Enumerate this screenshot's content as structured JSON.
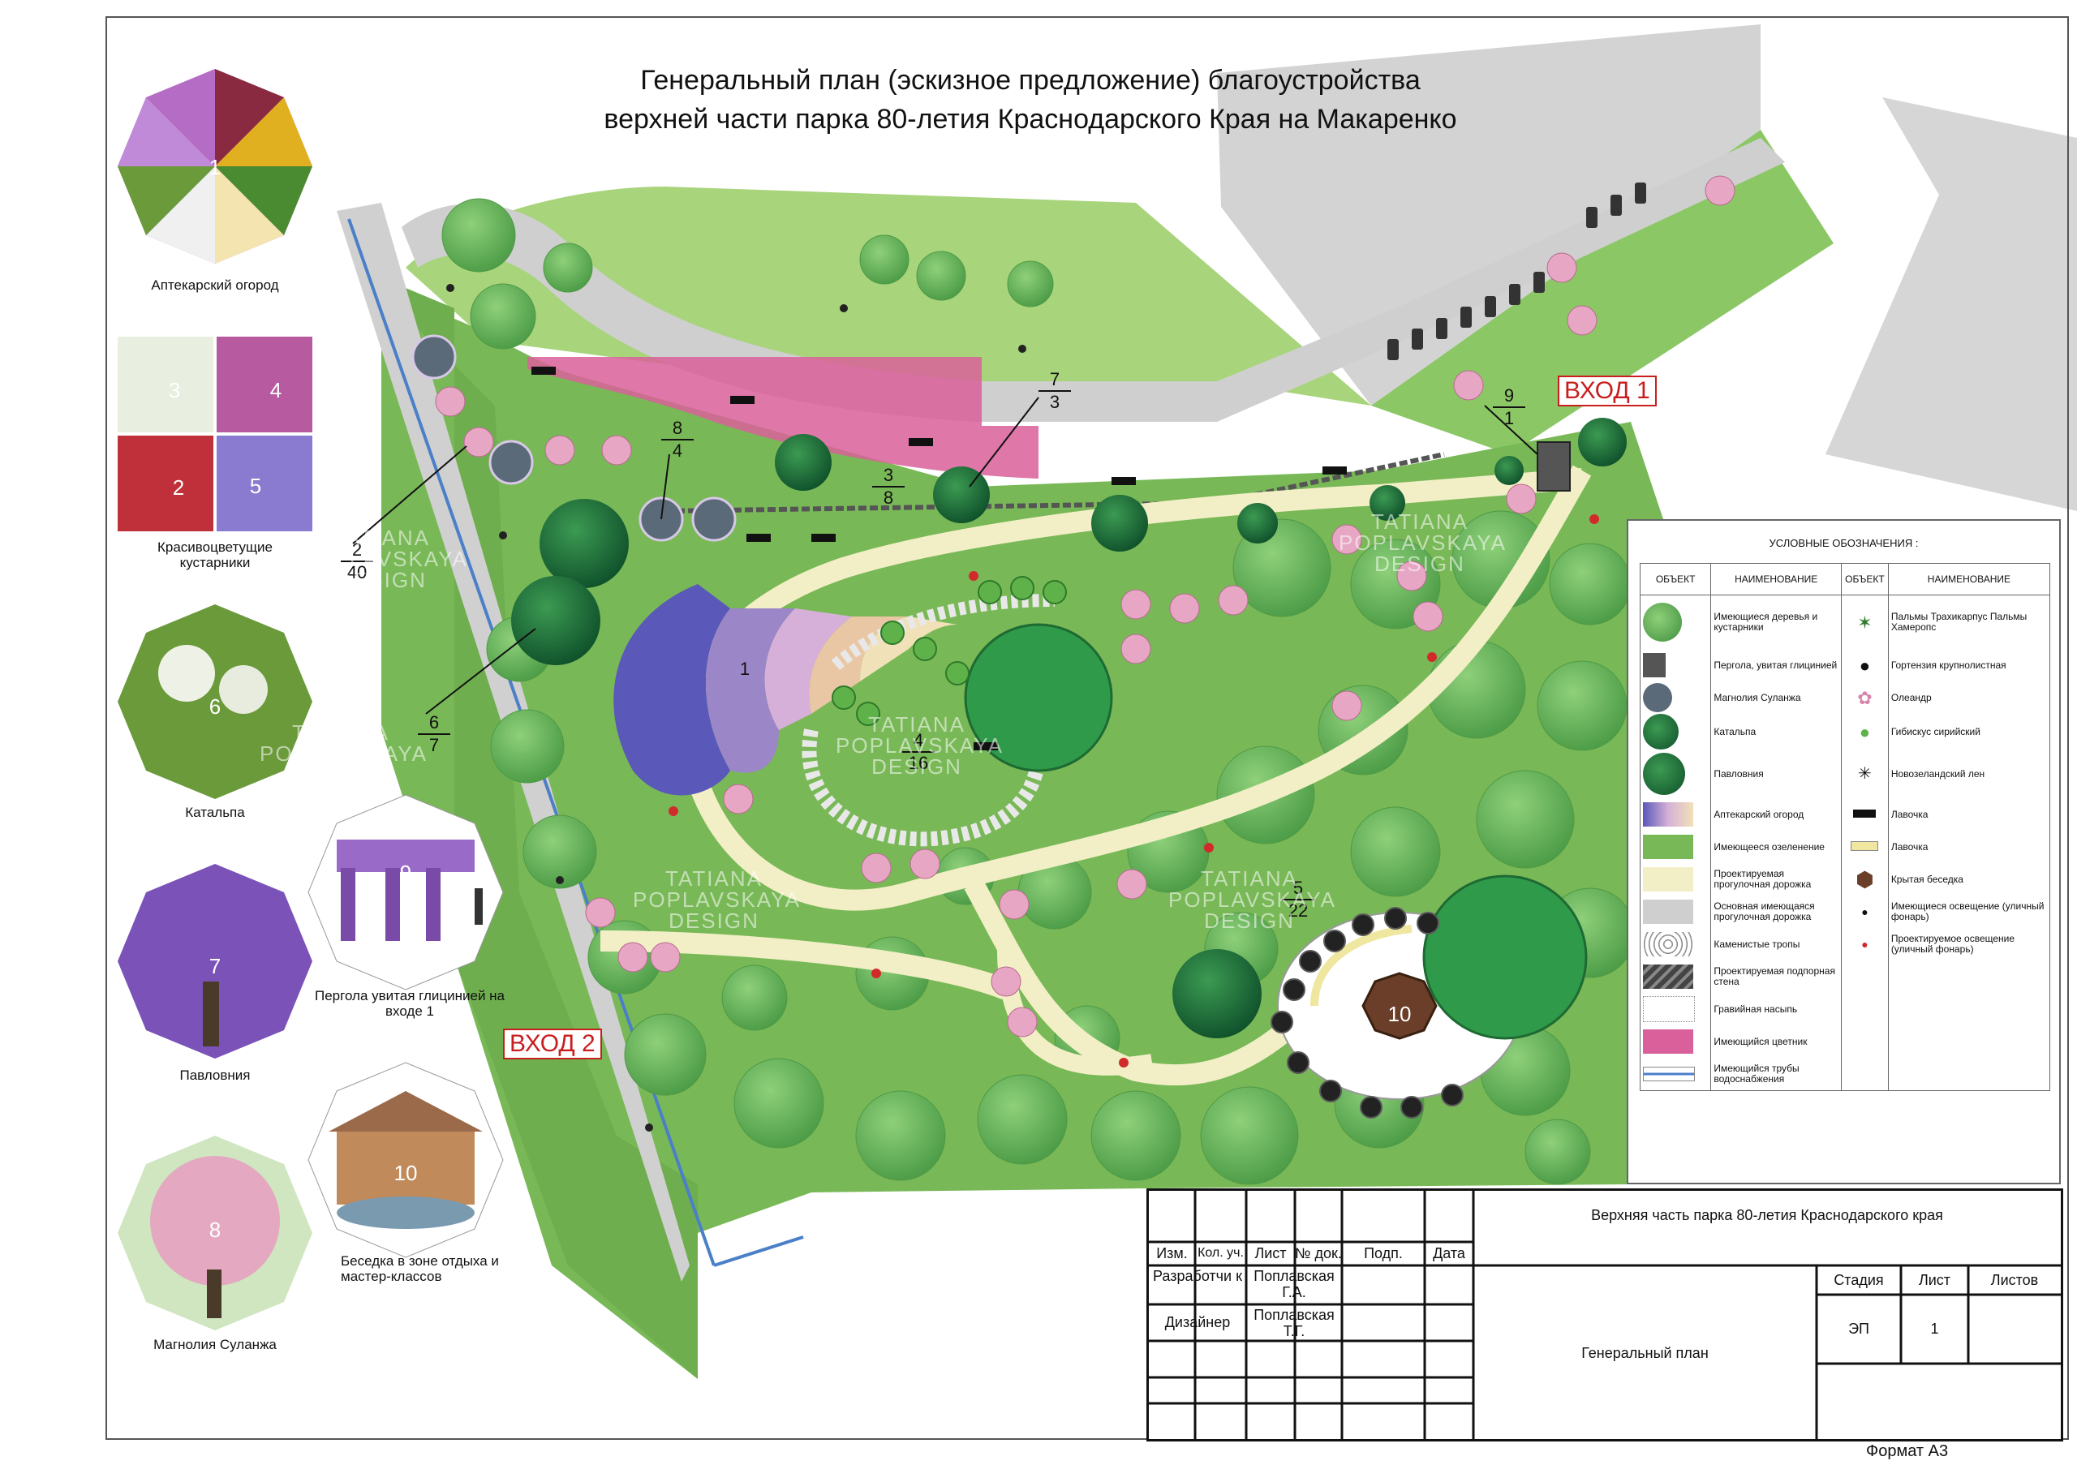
{
  "title": {
    "line1": "Генеральный план (эскизное предложение) благоустройства",
    "line2": "верхней части парка  80-летия Краснодарского Края на Макаренко"
  },
  "thumbnails": [
    {
      "number": "1",
      "label": "Аптекарский огород",
      "color": "#b46cc4"
    },
    {
      "number": "3",
      "number2": "4",
      "number3": "2",
      "number4": "5",
      "label": "Красивоцветущие кустарники",
      "color": "#c04a7a"
    },
    {
      "number": "6",
      "label": "Катальпа",
      "color": "#6a9a3a"
    },
    {
      "number": "7",
      "label": "Павловния",
      "color": "#7a52b8"
    },
    {
      "number": "8",
      "label": "Магнолия Суланжа",
      "color": "#e4a8c0"
    },
    {
      "number": "9",
      "label": "Пергола увитая глицинией на входе 1",
      "color": "#9a6ac8"
    },
    {
      "number": "10",
      "label": "Беседка в зоне отдыха и мастер-классов",
      "color": "#9a6a4a"
    }
  ],
  "markers": {
    "m7": {
      "top": "7",
      "bottom": "3"
    },
    "m9": {
      "top": "9",
      "bottom": "1"
    },
    "m8": {
      "top": "8",
      "bottom": "4"
    },
    "m3": {
      "top": "3",
      "bottom": "8"
    },
    "m2": {
      "top": "2",
      "bottom": "40"
    },
    "m6": {
      "top": "6",
      "bottom": "7"
    },
    "m1": {
      "top": "1"
    },
    "m4": {
      "top": "4",
      "bottom": "16"
    },
    "m5": {
      "top": "5",
      "bottom": "22"
    },
    "m10": {
      "top": "10"
    }
  },
  "entrances": {
    "e1": "ВХОД 1",
    "e2": "ВХОД 2"
  },
  "watermark": {
    "line1": "TATIANA",
    "line2": "POPLAVSKAYA",
    "line3": "DESIGN"
  },
  "legend": {
    "title": "УСЛОВНЫЕ ОБОЗНАЧЕНИЯ :",
    "headers": [
      "ОБЪЕКТ",
      "НАИМЕНОВАНИЕ",
      "ОБЪЕКТ",
      "НАИМЕНОВАНИЕ"
    ],
    "left": [
      "Имеющиеся деревья и кустарники",
      "Пергола, увитая глицинией",
      "Магнолия Суланжа",
      "Катальпа",
      "Павловния",
      "Аптекарский огород",
      "Имеющееся озеленение",
      "Проектируемая прогулочная дорожка",
      "Основная имеющаяся прогулочная дорожка",
      "Каменистые тропы",
      "Проектируемая подпорная стена",
      "Гравийная насыпь",
      "Имеющийся цветник",
      "Имеющийся трубы водоснабжения"
    ],
    "right": [
      "Пальмы Трахикарпус Пальмы Хамеропс",
      "Гортензия крупнолистная",
      "Олеандр",
      "Гибискус сирийский",
      "Новозеландский лен",
      "Лавочка",
      "Лавочка",
      "Крытая беседка",
      "Имеющиеся освещение (уличный фонарь)",
      "Проектируемое освещение (уличный фонарь)"
    ]
  },
  "stamp": {
    "project": "Верхняя часть парка 80-летия Краснодарского края",
    "headers": [
      "Изм.",
      "Кол. уч.",
      "Лист",
      "№ док.",
      "Подп.",
      "Дата"
    ],
    "role1": "Разработчи к",
    "name1": "Поплавская Г.А.",
    "role2": "Дизайнер",
    "name2": "Поплавская Т.Г.",
    "sheet_title": "Генеральный план",
    "stage_h": "Стадия",
    "sheet_h": "Лист",
    "sheets_h": "Листов",
    "stage": "ЭП",
    "sheet": "1",
    "sheets": ""
  },
  "format": "Формат А3",
  "colors": {
    "grass": "#7dbb5a",
    "grass_light": "#a9d47e",
    "tree": "#3f8f3c",
    "tree_dark": "#1f6a34",
    "path": "#f2efc6",
    "road": "#cfcfcf",
    "oleander": "#e7a7c4",
    "flowerbed": "#d9609a",
    "accent_red": "#c81e1e"
  }
}
